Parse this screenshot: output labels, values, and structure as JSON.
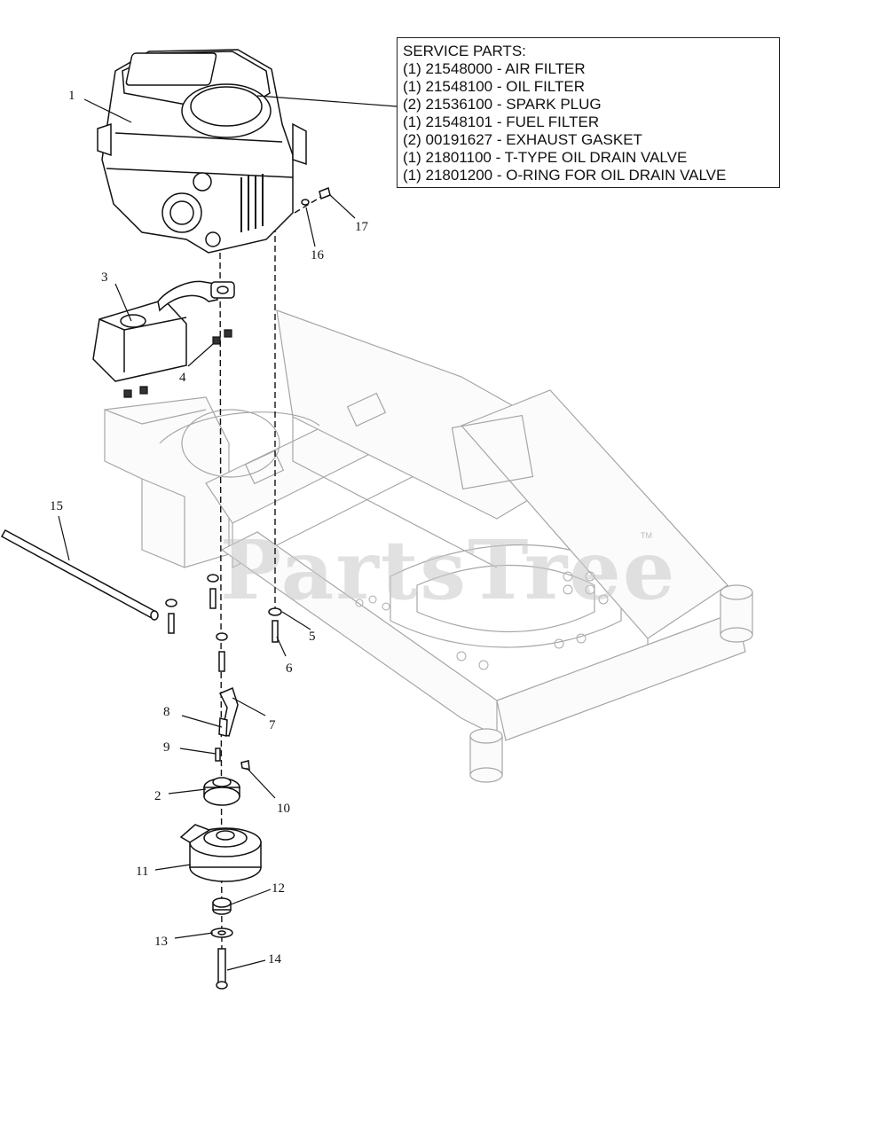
{
  "service_parts": {
    "heading": "SERVICE PARTS:",
    "items": [
      "(1) 21548000 - AIR FILTER",
      "(1) 21548100 - OIL FILTER",
      "(2) 21536100 - SPARK PLUG",
      "(1) 21548101 - FUEL FILTER",
      "(2) 00191627 - EXHAUST GASKET",
      "(1) 21801100 - T-TYPE OIL DRAIN VALVE",
      "(1) 21801200 - O-RING FOR OIL DRAIN VALVE"
    ]
  },
  "callouts": [
    "1",
    "2",
    "3",
    "4",
    "5",
    "6",
    "7",
    "8",
    "9",
    "10",
    "11",
    "12",
    "13",
    "14",
    "15",
    "16",
    "17"
  ],
  "watermark": {
    "text": "PartsTree",
    "trademark": "TM"
  }
}
